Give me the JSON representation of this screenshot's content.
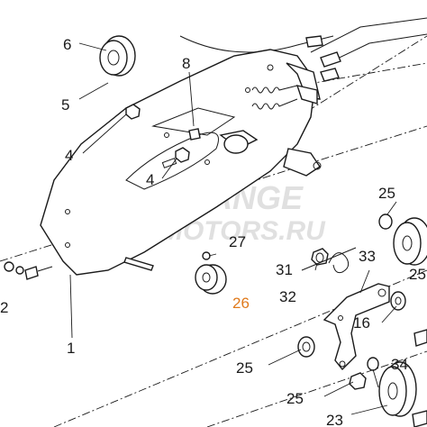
{
  "colors": {
    "highlight": "#e07a1c",
    "line": "#1a1a1a",
    "watermark": "#c8c8c8"
  },
  "watermark": {
    "line1": "ORANGE",
    "line2": "MOTORS.RU"
  },
  "callouts": {
    "c1": "1",
    "c2": "2",
    "c4a": "4",
    "c4b": "4",
    "c5": "5",
    "c6": "6",
    "c8": "8",
    "c16": "16",
    "c23": "23",
    "c25a": "25",
    "c25b": "25",
    "c25c": "25",
    "c25d": "25",
    "c26": "26",
    "c27": "27",
    "c31": "31",
    "c32": "32",
    "c33": "33",
    "c34": "34"
  }
}
